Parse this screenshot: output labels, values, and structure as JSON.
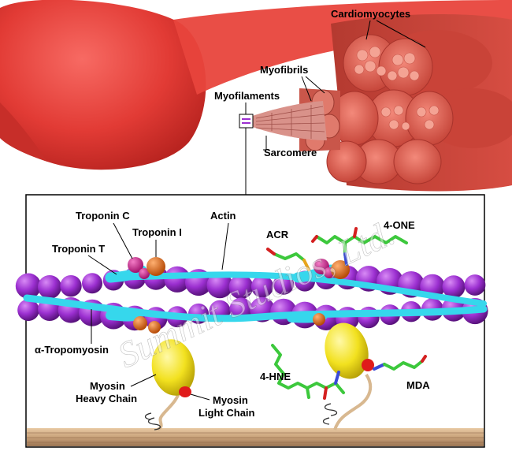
{
  "labels": {
    "cardiomyocytes": "Cardiomyocytes",
    "myofibrils": "Myofibrils",
    "myofilaments": "Myofilaments",
    "sarcomere": "Sarcomere",
    "troponin_c": "Troponin C",
    "troponin_i": "Troponin I",
    "troponin_t": "Troponin T",
    "actin": "Actin",
    "acr": "ACR",
    "four_one": "4-ONE",
    "tropomyosin": "α-Tropomyosin",
    "myosin_heavy_1": "Myosin",
    "myosin_heavy_2": "Heavy Chain",
    "myosin_light_1": "Myosin",
    "myosin_light_2": "Light Chain",
    "four_hne": "4-HNE",
    "mda": "MDA"
  },
  "watermark": "Summit Studios, Ltd.",
  "colors": {
    "heart": "#e23b35",
    "muscle": "#c8433a",
    "actin": "#9b2fd0",
    "tropomyosin": "#36d7ec",
    "troponin_c": "#d41f96",
    "troponin_i": "#e86a18",
    "myosin_head": "#f2e11f",
    "light_chain": "#e01b1b",
    "thick_filament": "#c9a27a",
    "adduct_carbon": "#3cc83c",
    "adduct_oxygen": "#d42020",
    "adduct_nitrogen": "#3a4ad8"
  }
}
